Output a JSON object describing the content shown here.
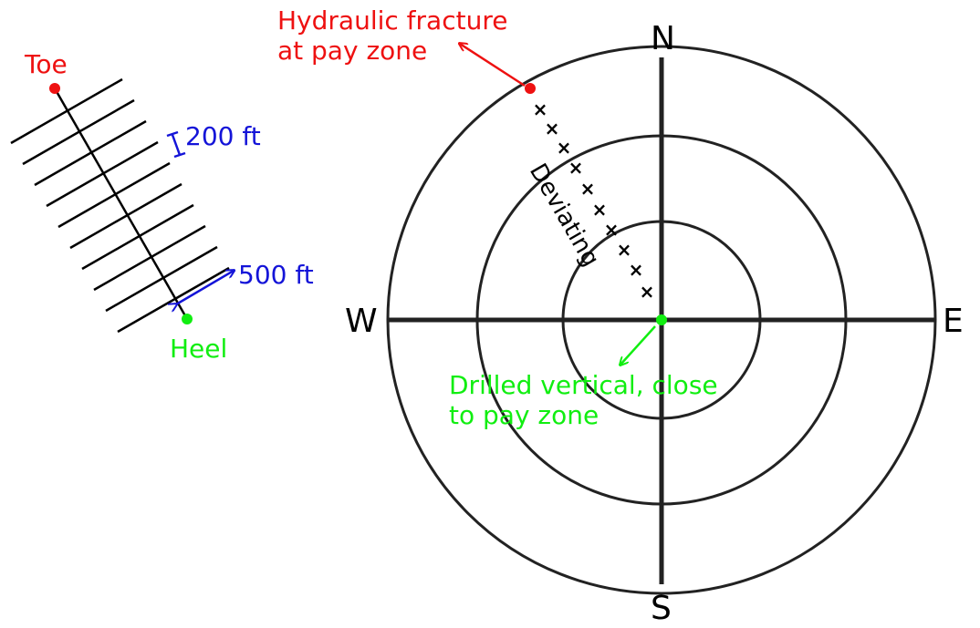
{
  "well_plan": {
    "toe_label": "Toe",
    "heel_label": "Heel",
    "fracture_spacing": "200 ft",
    "fracture_half_length": "500 ft"
  },
  "compass": {
    "north": "N",
    "south": "S",
    "east": "E",
    "west": "W"
  },
  "annotations": {
    "hydraulic_fracture_line1": "Hydraulic fracture",
    "hydraulic_fracture_line2": "at pay zone",
    "deviating": "Deviating",
    "drilled_vertical_line1": "Drilled vertical, close",
    "drilled_vertical_line2": "to pay zone",
    "path_marker": "×"
  },
  "colors": {
    "toe_marker": "#ee1111",
    "heel_marker": "#11ee11",
    "dimension": "#1414d8"
  }
}
